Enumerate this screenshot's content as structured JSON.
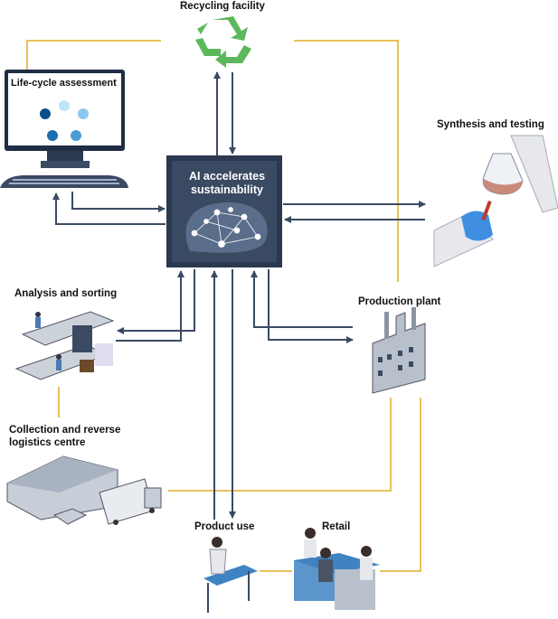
{
  "center": {
    "title": "AI accelerates sustainability",
    "icon": "brain-network-icon"
  },
  "nodes": {
    "recycling": {
      "label": "Recycling facility",
      "icon": "recycle-icon"
    },
    "lca": {
      "label": "Life-cycle assessment",
      "icon": "computer-monitor-icon"
    },
    "synthesis": {
      "label": "Synthesis and testing",
      "icon": "lab-flask-icon"
    },
    "analysis": {
      "label": "Analysis and sorting",
      "icon": "sorting-conveyor-icon"
    },
    "production": {
      "label": "Production plant",
      "icon": "factory-icon"
    },
    "collection": {
      "label": "Collection and reverse logistics centre",
      "icon": "warehouse-truck-icon"
    },
    "product_use": {
      "label": "Product use",
      "icon": "person-table-icon"
    },
    "retail": {
      "label": "Retail",
      "icon": "retail-people-icon"
    }
  },
  "colors": {
    "arrow": "#3b4a63",
    "cycle_line": "#e8c25a",
    "center_box": "#3b4a63",
    "recycle": "#5cb85c"
  }
}
